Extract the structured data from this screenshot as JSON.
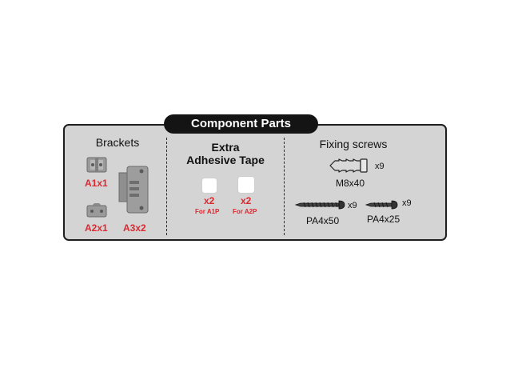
{
  "title": "Component Parts",
  "brackets": {
    "heading": "Brackets",
    "a1": "A1x1",
    "a2": "A2x1",
    "a3": "A3x2"
  },
  "tape": {
    "heading_line1": "Extra",
    "heading_line2": "Adhesive Tape",
    "left_qty": "x2",
    "left_for": "For A1P",
    "right_qty": "x2",
    "right_for": "For A2P"
  },
  "screws": {
    "heading": "Fixing screws",
    "m8_qty": "x9",
    "m8_label": "M8x40",
    "pa50_qty": "x9",
    "pa50_label": "PA4x50",
    "pa25_qty": "x9",
    "pa25_label": "PA4x25"
  },
  "colors": {
    "highlight": "#e0262f",
    "panel": "#d4d4d4",
    "border": "#1e1e1e"
  }
}
